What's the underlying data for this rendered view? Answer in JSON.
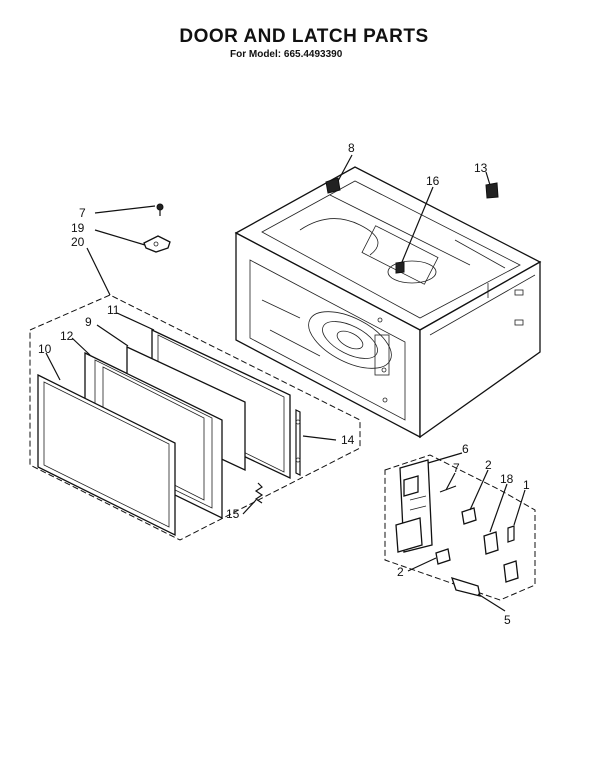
{
  "page": {
    "title": "DOOR AND LATCH PARTS",
    "subtitle": "For Model: 665.4493390"
  },
  "callouts": {
    "c7a": "7",
    "c19": "19",
    "c20": "20",
    "c8": "8",
    "c16": "16",
    "c13": "13",
    "c11": "11",
    "c9": "9",
    "c12": "12",
    "c10": "10",
    "c14": "14",
    "c15": "15",
    "c6": "6",
    "c7b": "7",
    "c2a": "2",
    "c18": "18",
    "c1": "1",
    "c2b": "2",
    "c5": "5"
  }
}
